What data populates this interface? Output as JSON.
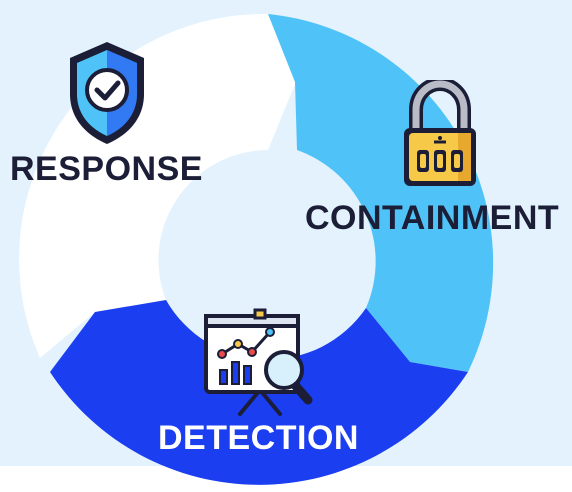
{
  "stages": [
    {
      "label": "RESPONSE",
      "icon": "shield-check-icon",
      "color": "#ffffff"
    },
    {
      "label": "CONTAINMENT",
      "icon": "padlock-icon",
      "color": "#4fc3f7"
    },
    {
      "label": "DETECTION",
      "icon": "chart-magnifier-icon",
      "color": "#1a3ef0"
    }
  ],
  "colors": {
    "background": "#e3f2fd",
    "segment_light_blue": "#4fc3f7",
    "segment_dark_blue": "#1a3ef0",
    "segment_white": "#ffffff",
    "text_dark": "#1b1e36",
    "text_light": "#ffffff",
    "icon_gold": "#f7c948"
  }
}
